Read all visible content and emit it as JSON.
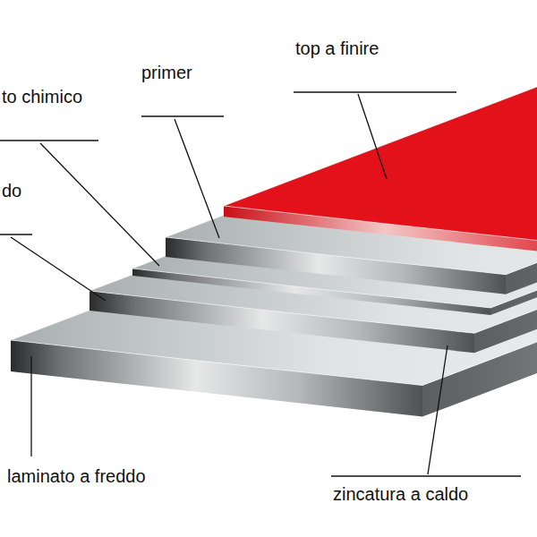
{
  "diagram": {
    "labels": [
      "top a finire",
      "primer",
      "to chimico",
      "do",
      "laminato a freddo",
      "zincatura a caldo"
    ]
  }
}
